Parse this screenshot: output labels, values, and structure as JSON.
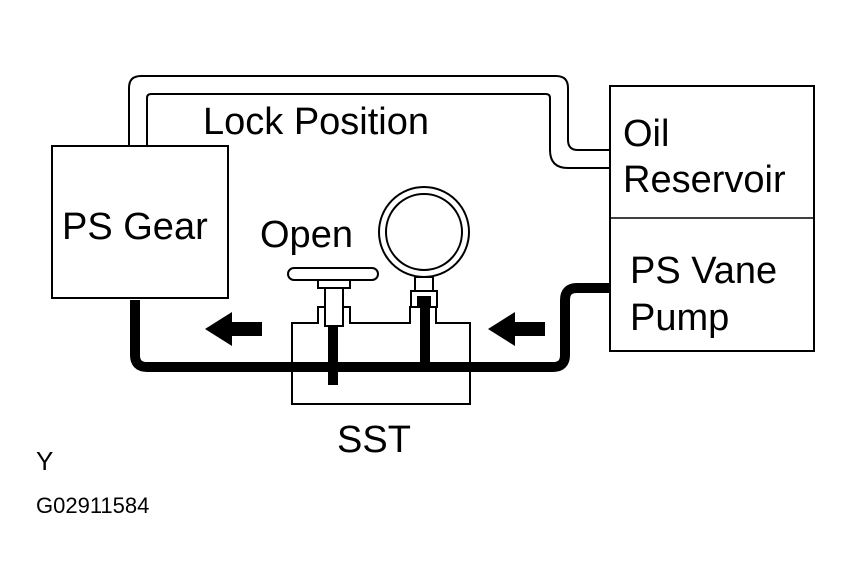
{
  "labels": {
    "lock_position": "Lock Position",
    "oil_reservoir_line1": "Oil",
    "oil_reservoir_line2": "Reservoir",
    "ps_gear": "PS Gear",
    "open": "Open",
    "ps_vane_pump_line1": "PS Vane",
    "ps_vane_pump_line2": "Pump",
    "sst": "SST",
    "view_marker": "Y",
    "figure_code": "G02911584"
  },
  "colors": {
    "line": "#000000",
    "background": "#ffffff"
  }
}
